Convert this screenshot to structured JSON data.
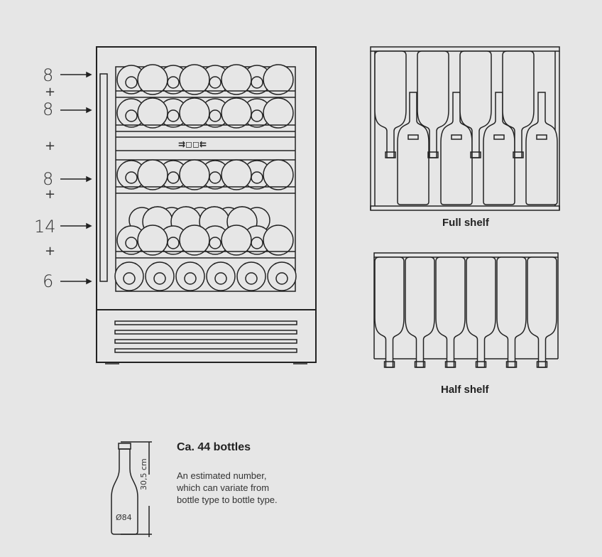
{
  "fridge": {
    "shelf_counts": [
      {
        "label": "8"
      },
      {
        "label": "+"
      },
      {
        "label": "8"
      },
      {
        "label": "+"
      },
      {
        "label": "8"
      },
      {
        "label": "+"
      },
      {
        "label": "14"
      },
      {
        "label": "+"
      },
      {
        "label": "6"
      }
    ],
    "control_panel_icon": "control-buttons-icon"
  },
  "shelves": {
    "full_caption": "Full shelf",
    "half_caption": "Half shelf"
  },
  "bottle": {
    "height": "30,5 cm",
    "diameter": "Ø84"
  },
  "info": {
    "title": "Ca. 44 bottles",
    "lines": [
      "An estimated number,",
      "which can variate from",
      "bottle type to bottle type."
    ]
  }
}
